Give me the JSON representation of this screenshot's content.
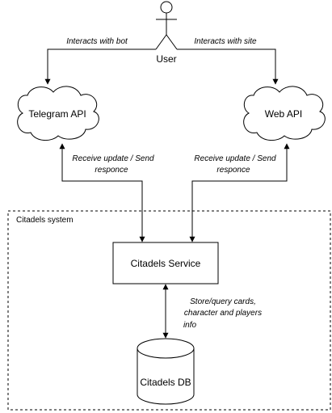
{
  "actor": {
    "label": "User"
  },
  "nodes": {
    "telegram_api": "Telegram API",
    "web_api": "Web API",
    "service": "Citadels Service",
    "db": "Citadels DB"
  },
  "boundary": {
    "label": "Citadels system"
  },
  "edges": {
    "interacts_bot": "Interacts with bot",
    "interacts_site": "Interacts with site",
    "tg_update_line1": "Receive update / Send",
    "tg_update_line2": "responce",
    "web_update_line1": "Receive update / Send",
    "web_update_line2": "responce",
    "db_line1": "Store/query cards,",
    "db_line2": "character and players",
    "db_line3": "info"
  }
}
